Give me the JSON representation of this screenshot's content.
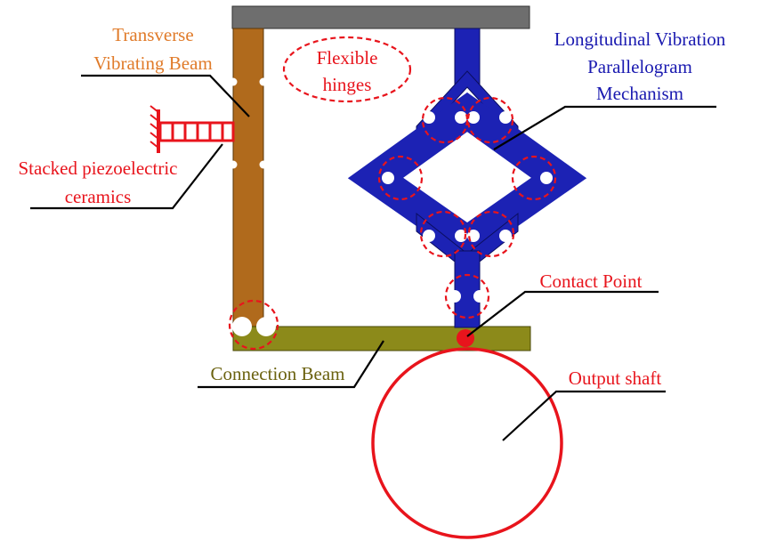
{
  "labels": {
    "transverse_beam_line1": "Transverse",
    "transverse_beam_line2": "Vibrating Beam",
    "flexible_hinges_line1": "Flexible",
    "flexible_hinges_line2": "hinges",
    "longitudinal_line1": "Longitudinal Vibration",
    "longitudinal_line2": "Parallelogram",
    "longitudinal_line3": "Mechanism",
    "piezo_line1": "Stacked piezoelectric",
    "piezo_line2": "ceramics",
    "contact_point": "Contact Point",
    "connection_beam": "Connection Beam",
    "output_shaft": "Output shaft"
  },
  "colors": {
    "fixed_frame": "#6e6e6e",
    "transverse_beam": "#b06a1c",
    "connection_beam": "#8c8a1a",
    "parallelogram_mechanism": "#1c22b4",
    "piezo_stack": "#e8141c",
    "output_shaft": "#e8141c",
    "hinge_markers": "#e8141c"
  }
}
